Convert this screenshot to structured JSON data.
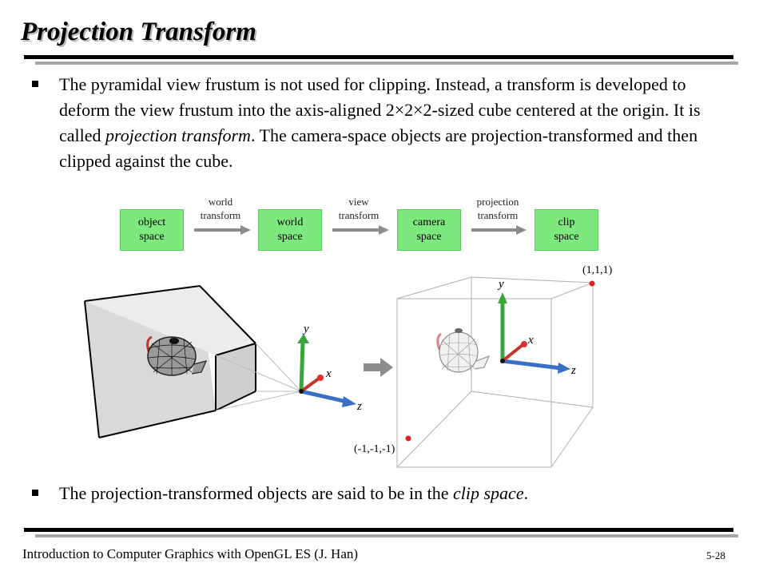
{
  "slide": {
    "title": "Projection Transform",
    "bullets": [
      {
        "pre": "The pyramidal view frustum is not used for clipping. Instead, a transform is developed to deform the view frustum into the axis-aligned 2×2×2-sized cube centered at the origin. It is called ",
        "emph": "projection transform",
        "post": ". The camera-space objects are projection-transformed and then clipped against the cube."
      },
      {
        "pre": "The projection-transformed objects are said to be in the ",
        "emph": "clip space",
        "post": "."
      }
    ],
    "pipeline": {
      "spaces": [
        {
          "line1": "object",
          "line2": "space"
        },
        {
          "line1": "world",
          "line2": "space"
        },
        {
          "line1": "camera",
          "line2": "space"
        },
        {
          "line1": "clip",
          "line2": "space"
        }
      ],
      "transforms": [
        {
          "line1": "world",
          "line2": "transform"
        },
        {
          "line1": "view",
          "line2": "transform"
        },
        {
          "line1": "projection",
          "line2": "transform"
        }
      ]
    },
    "figure": {
      "left_axes": {
        "x": "x",
        "y": "y",
        "z": "z"
      },
      "right_axes": {
        "x": "x",
        "y": "y",
        "z": "z"
      },
      "corner_max": "(1,1,1)",
      "corner_min": "(-1,-1,-1)",
      "colors": {
        "box": "#7de87d",
        "x_axis": "#c0392b",
        "y_axis": "#3aa53a",
        "z_axis": "#3a6fc4"
      }
    },
    "footer": {
      "left": "Introduction to Computer Graphics with OpenGL ES (J. Han)",
      "right": "5-28"
    }
  }
}
